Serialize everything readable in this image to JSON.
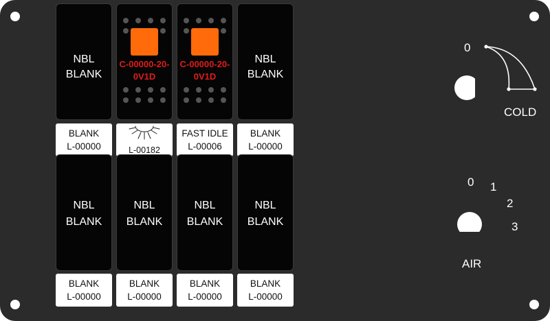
{
  "panel": {
    "background_color": "#2b2b2b",
    "code_color": "#e11b1b",
    "indicator_color": "#ff6a0a"
  },
  "switches": [
    {
      "type": "blank",
      "line1": "NBL",
      "line2": "BLANK"
    },
    {
      "type": "lit",
      "code_line1": "C-00000-20-",
      "code_line2": "0V1D"
    },
    {
      "type": "lit",
      "code_line1": "C-00000-20-",
      "code_line2": "0V1D"
    },
    {
      "type": "blank",
      "line1": "NBL",
      "line2": "BLANK"
    },
    {
      "type": "blank",
      "line1": "NBL",
      "line2": "BLANK"
    },
    {
      "type": "blank",
      "line1": "NBL",
      "line2": "BLANK"
    },
    {
      "type": "blank",
      "line1": "NBL",
      "line2": "BLANK"
    },
    {
      "type": "blank",
      "line1": "NBL",
      "line2": "BLANK"
    }
  ],
  "labels": [
    {
      "line1": "BLANK",
      "line2": "L-00000"
    },
    {
      "icon": "sun-lamp-icon",
      "line2": "L-00182"
    },
    {
      "line1": "FAST IDLE",
      "line2": "L-00006"
    },
    {
      "line1": "BLANK",
      "line2": "L-00000"
    },
    {
      "line1": "BLANK",
      "line2": "L-00000"
    },
    {
      "line1": "BLANK",
      "line2": "L-00000"
    },
    {
      "line1": "BLANK",
      "line2": "L-00000"
    },
    {
      "line1": "BLANK",
      "line2": "L-00000"
    }
  ],
  "temp_control": {
    "zero": "0",
    "label": "COLD"
  },
  "air_control": {
    "positions": [
      "0",
      "1",
      "2",
      "3"
    ],
    "label": "AIR"
  }
}
